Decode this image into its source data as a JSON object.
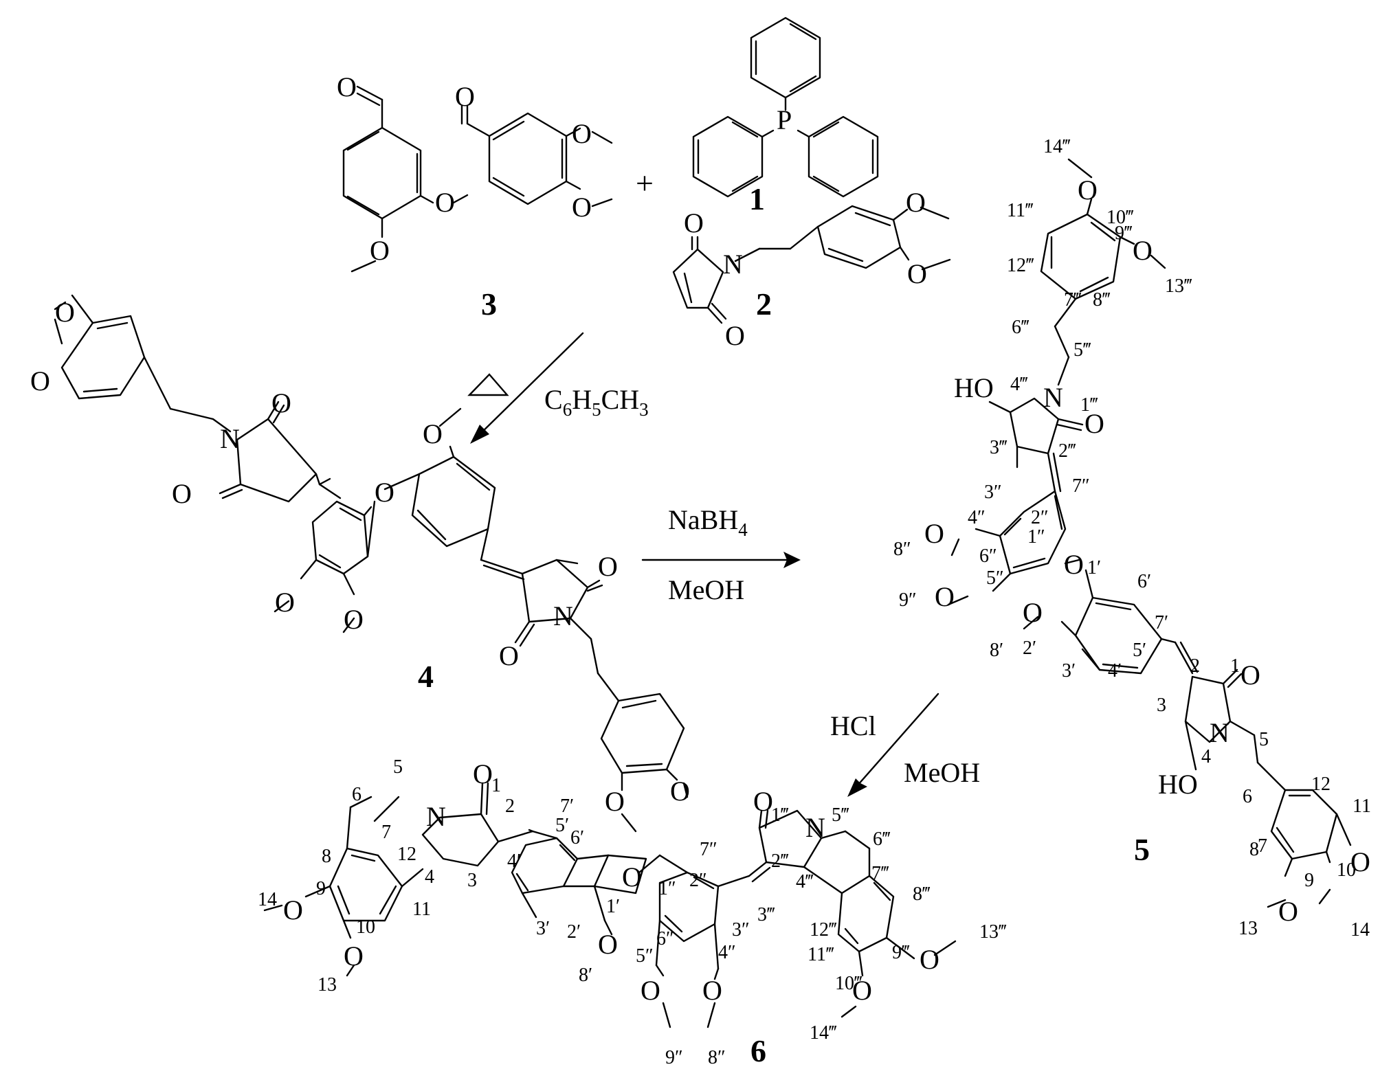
{
  "compounds": [
    {
      "id": "compound-3",
      "label": "3"
    },
    {
      "id": "compound-1",
      "label": "1"
    },
    {
      "id": "compound-2",
      "label": "2"
    },
    {
      "id": "compound-4",
      "label": "4"
    },
    {
      "id": "compound-5",
      "label": "5"
    },
    {
      "id": "compound-6",
      "label": "6"
    }
  ],
  "operator_plus": "+",
  "conditions": {
    "heat": "△",
    "solvent": {
      "parts": [
        "C",
        "6",
        "H",
        "5",
        "CH",
        "3"
      ]
    },
    "reduce": {
      "reagent": [
        "NaBH",
        "4"
      ],
      "solvent": "MeOH"
    },
    "cyclize": {
      "reagent": "HCl",
      "solvent": "MeOH"
    }
  },
  "atoms": {
    "O": "O",
    "N": "N",
    "P": "P",
    "HO": "HO"
  },
  "numbering": {
    "c5": [
      "14‴",
      "11‴",
      "10‴",
      "9‴",
      "12‴",
      "13‴",
      "8‴",
      "7‴",
      "6‴",
      "5‴",
      "4‴",
      "1‴",
      "3‴",
      "2‴",
      "7″",
      "3″",
      "4″",
      "2″",
      "1″",
      "8″",
      "6″",
      "5″",
      "9″",
      "1′",
      "6′",
      "7′",
      "2′",
      "8′",
      "3′",
      "4′",
      "5′",
      "2",
      "1",
      "3",
      "4",
      "5",
      "6",
      "7",
      "12",
      "11",
      "8",
      "10",
      "9",
      "13",
      "14"
    ],
    "c6": [
      "5",
      "1",
      "2",
      "7′",
      "6",
      "7",
      "12",
      "8",
      "4",
      "3",
      "9",
      "11",
      "14",
      "10",
      "13",
      "5′",
      "4′",
      "6′",
      "1′",
      "3′",
      "2′",
      "8′",
      "7″",
      "1″",
      "2″",
      "6″",
      "3″",
      "4″",
      "5″",
      "9″",
      "8″",
      "1‴",
      "5‴",
      "6‴",
      "2‴",
      "4‴",
      "7‴",
      "3‴",
      "12‴",
      "8‴",
      "11‴",
      "9‴",
      "13‴",
      "10‴",
      "14‴"
    ]
  }
}
